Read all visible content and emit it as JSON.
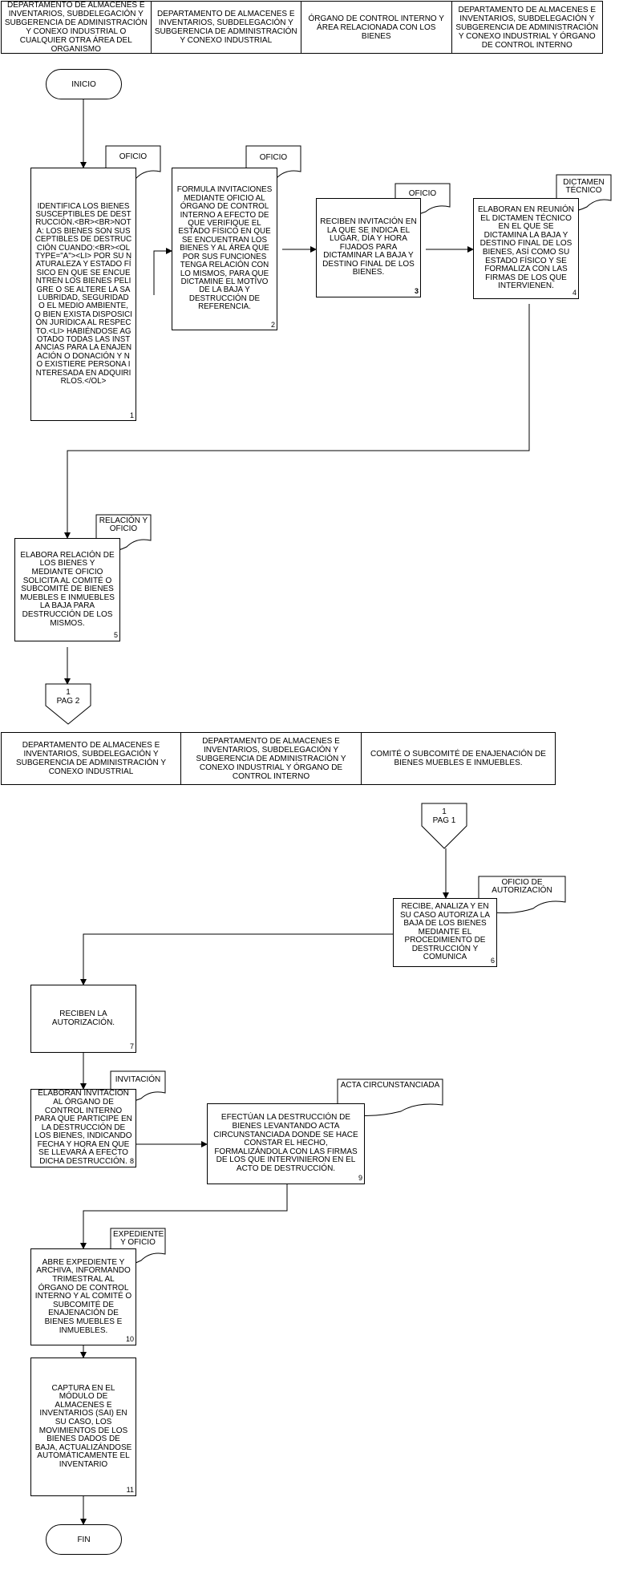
{
  "page1": {
    "lanes": [
      "DEPARTAMENTO DE ALMACENES E INVENTARIOS, SUBDELEGACIÓN Y SUBGERENCIA DE ADMINISTRACIÓN Y CONEXO INDUSTRIAL O CUALQUIER OTRA ÁREA DEL ORGANISMO",
      "DEPARTAMENTO DE ALMACENES E INVENTARIOS, SUBDELEGACIÓN Y SUBGERENCIA DE ADMINISTRACIÓN Y CONEXO INDUSTRIAL",
      "ÓRGANO DE CONTROL INTERNO Y ÁREA RELACIONADA CON LOS BIENES",
      "DEPARTAMENTO DE ALMACENES E INVENTARIOS, SUBDELEGACIÓN Y SUBGERENCIA DE ADMINISTRACIÓN Y CONEXO INDUSTRIAL Y ÓRGANO DE CONTROL INTERNO"
    ],
    "start": "INICIO",
    "steps": [
      {
        "num": "1",
        "text": "IDENTIFICA LOS BIENES SUSCEPTIBLES DE DESTRUCCIÓN.<BR><BR>NOTA: LOS BIENES SON SUSCEPTIBLES DE DESTRUCCIÓN CUANDO:<BR><OL TYPE=\"A\"><LI> POR SU NATURALEZA Y ESTADO FÍSICO EN QUE SE ENCUENTREN LOS BIENES PELIGRE O SE ALTERE LA SALUBRIDAD, SEGURIDAD O EL MEDIO AMBIENTE, O BIEN EXISTA DISPOSICIÓN JURÍDICA AL RESPECTO.<LI> HABIÉNDOSE AGOTADO TODAS LAS INSTANCIAS PARA LA ENAJENACIÓN O DONACIÓN Y NO EXISTIERE PERSONA INTERESADA EN ADQUIRIRLOS.</OL>",
        "doc": "OFICIO"
      },
      {
        "num": "2",
        "text": "FORMULA INVITACIONES MEDIANTE OFICIO AL ÓRGANO DE CONTROL INTERNO A EFECTO DE QUE VERIFIQUE EL ESTADO FÍSICO EN QUE SE ENCUENTRAN LOS BIENES Y AL ÁREA QUE POR SUS FUNCIONES TENGA RELACIÓN CON LO MISMOS, PARA QUE DICTAMINE EL MOTIVO DE LA BAJA Y DESTRUCCIÓN DE REFERENCIA.",
        "doc": "OFICIO"
      },
      {
        "num": "3",
        "text": "RECIBEN INVITACIÓN EN LA QUE SE INDICA EL LUGAR, DÍA Y HORA FIJADOS PARA DICTAMINAR LA BAJA Y DESTINO FINAL DE LOS BIENES.",
        "doc": "OFICIO"
      },
      {
        "num": "4",
        "text": "ELABORAN EN REUNIÓN EL DICTAMEN TÉCNICO EN EL QUE SE DICTAMINA LA BAJA Y DESTINO FINAL DE LOS BIENES, ASÍ COMO SU ESTADO FÍSICO Y SE FORMALIZA CON LAS FIRMAS DE LOS QUE INTERVIENEN.",
        "doc": "DICTAMEN TÉCNICO"
      },
      {
        "num": "5",
        "text": "ELABORA RELACIÓN DE LOS BIENES Y MEDIANTE OFICIO SOLICITA AL COMITÉ O SUBCOMITÉ DE BIENES MUEBLES E INMUEBLES LA BAJA PARA DESTRUCCIÓN DE LOS MISMOS.",
        "doc": "RELACIÓN Y OFICIO"
      }
    ],
    "connector": {
      "num": "1",
      "label": "PAG 2"
    }
  },
  "page2": {
    "lanes": [
      "DEPARTAMENTO DE ALMACENES E INVENTARIOS, SUBDELEGACIÓN Y SUBGERENCIA DE ADMINISTRACIÓN Y CONEXO INDUSTRIAL",
      "DEPARTAMENTO DE ALMACENES E INVENTARIOS, SUBDELEGACIÓN Y SUBGERENCIA DE ADMINISTRACIÓN Y CONEXO INDUSTRIAL Y ÓRGANO DE CONTROL INTERNO",
      "COMITÉ O SUBCOMITÉ DE ENAJENACIÓN DE BIENES MUEBLES E INMUEBLES."
    ],
    "connector": {
      "num": "1",
      "label": "PAG 1"
    },
    "steps": [
      {
        "num": "6",
        "text": "RECIBE, ANALIZA Y EN SU CASO AUTORIZA LA BAJA DE LOS BIENES MEDIANTE EL PROCEDIMIENTO DE DESTRUCCIÓN Y COMUNICA",
        "doc": "OFICIO DE AUTORIZACIÓN"
      },
      {
        "num": "7",
        "text": "RECIBEN LA AUTORIZACIÓN.",
        "doc": ""
      },
      {
        "num": "8",
        "text": "ELABORAN INVITACIÓN AL ÓRGANO DE CONTROL INTERNO PARA QUE PARTICIPE EN LA DESTRUCCIÓN DE LOS BIENES, INDICANDO FECHA Y HORA EN QUE SE LLEVARÁ A EFECTO DICHA DESTRUCCIÓN.",
        "doc": "INVITACIÓN"
      },
      {
        "num": "9",
        "text": "EFECTÚAN LA DESTRUCCIÓN DE BIENES LEVANTANDO ACTA CIRCUNSTANCIADA DONDE SE HACE CONSTAR EL HECHO, FORMALIZÁNDOLA CON LAS FIRMAS DE LOS QUE INTERVINIERON EN EL ACTO DE DESTRUCCIÓN.",
        "doc": "ACTA CIRCUNSTANCIADA"
      },
      {
        "num": "10",
        "text": "ABRE EXPEDIENTE Y ARCHIVA, INFORMANDO TRIMESTRAL AL ÓRGANO DE CONTROL INTERNO Y AL COMITÉ O SUBCOMITÉ DE ENAJENACIÓN DE BIENES MUEBLES E INMUEBLES.",
        "doc": "EXPEDIENTE Y OFICIO"
      },
      {
        "num": "11",
        "text": "CAPTURA EN EL MÓDULO DE ALMACENES E INVENTARIOS (SAI) EN SU CASO, LOS MOVIMIENTOS DE LOS BIENES DADOS DE BAJA, ACTUALIZÁNDOSE AUTOMÁTICAMENTE EL INVENTARIO",
        "doc": ""
      }
    ],
    "end": "FIN"
  }
}
